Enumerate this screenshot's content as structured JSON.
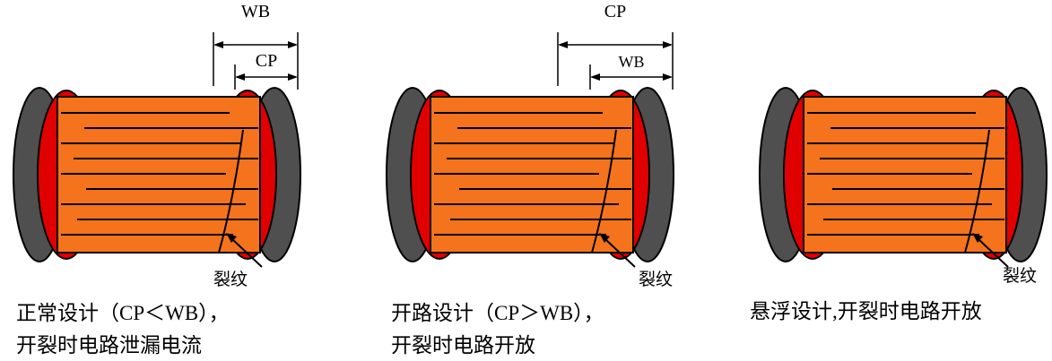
{
  "figures": [
    {
      "name": "normal-design",
      "dim_outer_label": "WB",
      "dim_inner_label": "CP",
      "crack_label": "裂纹",
      "caption_line1": "正常设计（CP＜WB），",
      "caption_line2": "开裂时电路泄漏电流"
    },
    {
      "name": "open-circuit-design",
      "dim_outer_label": "CP",
      "dim_inner_label": "WB",
      "crack_label": "裂纹",
      "caption_line1": "开路设计（CP＞WB），",
      "caption_line2": "开裂时电路开放"
    },
    {
      "name": "floating-design",
      "crack_label": "裂纹",
      "caption_line1": "悬浮设计,开裂时电路开放",
      "caption_line2": ""
    }
  ],
  "colors": {
    "chip_body": "#F4731C",
    "termination": "#E10000",
    "end_cap": "#4F4F4F",
    "outline": "#000000"
  }
}
